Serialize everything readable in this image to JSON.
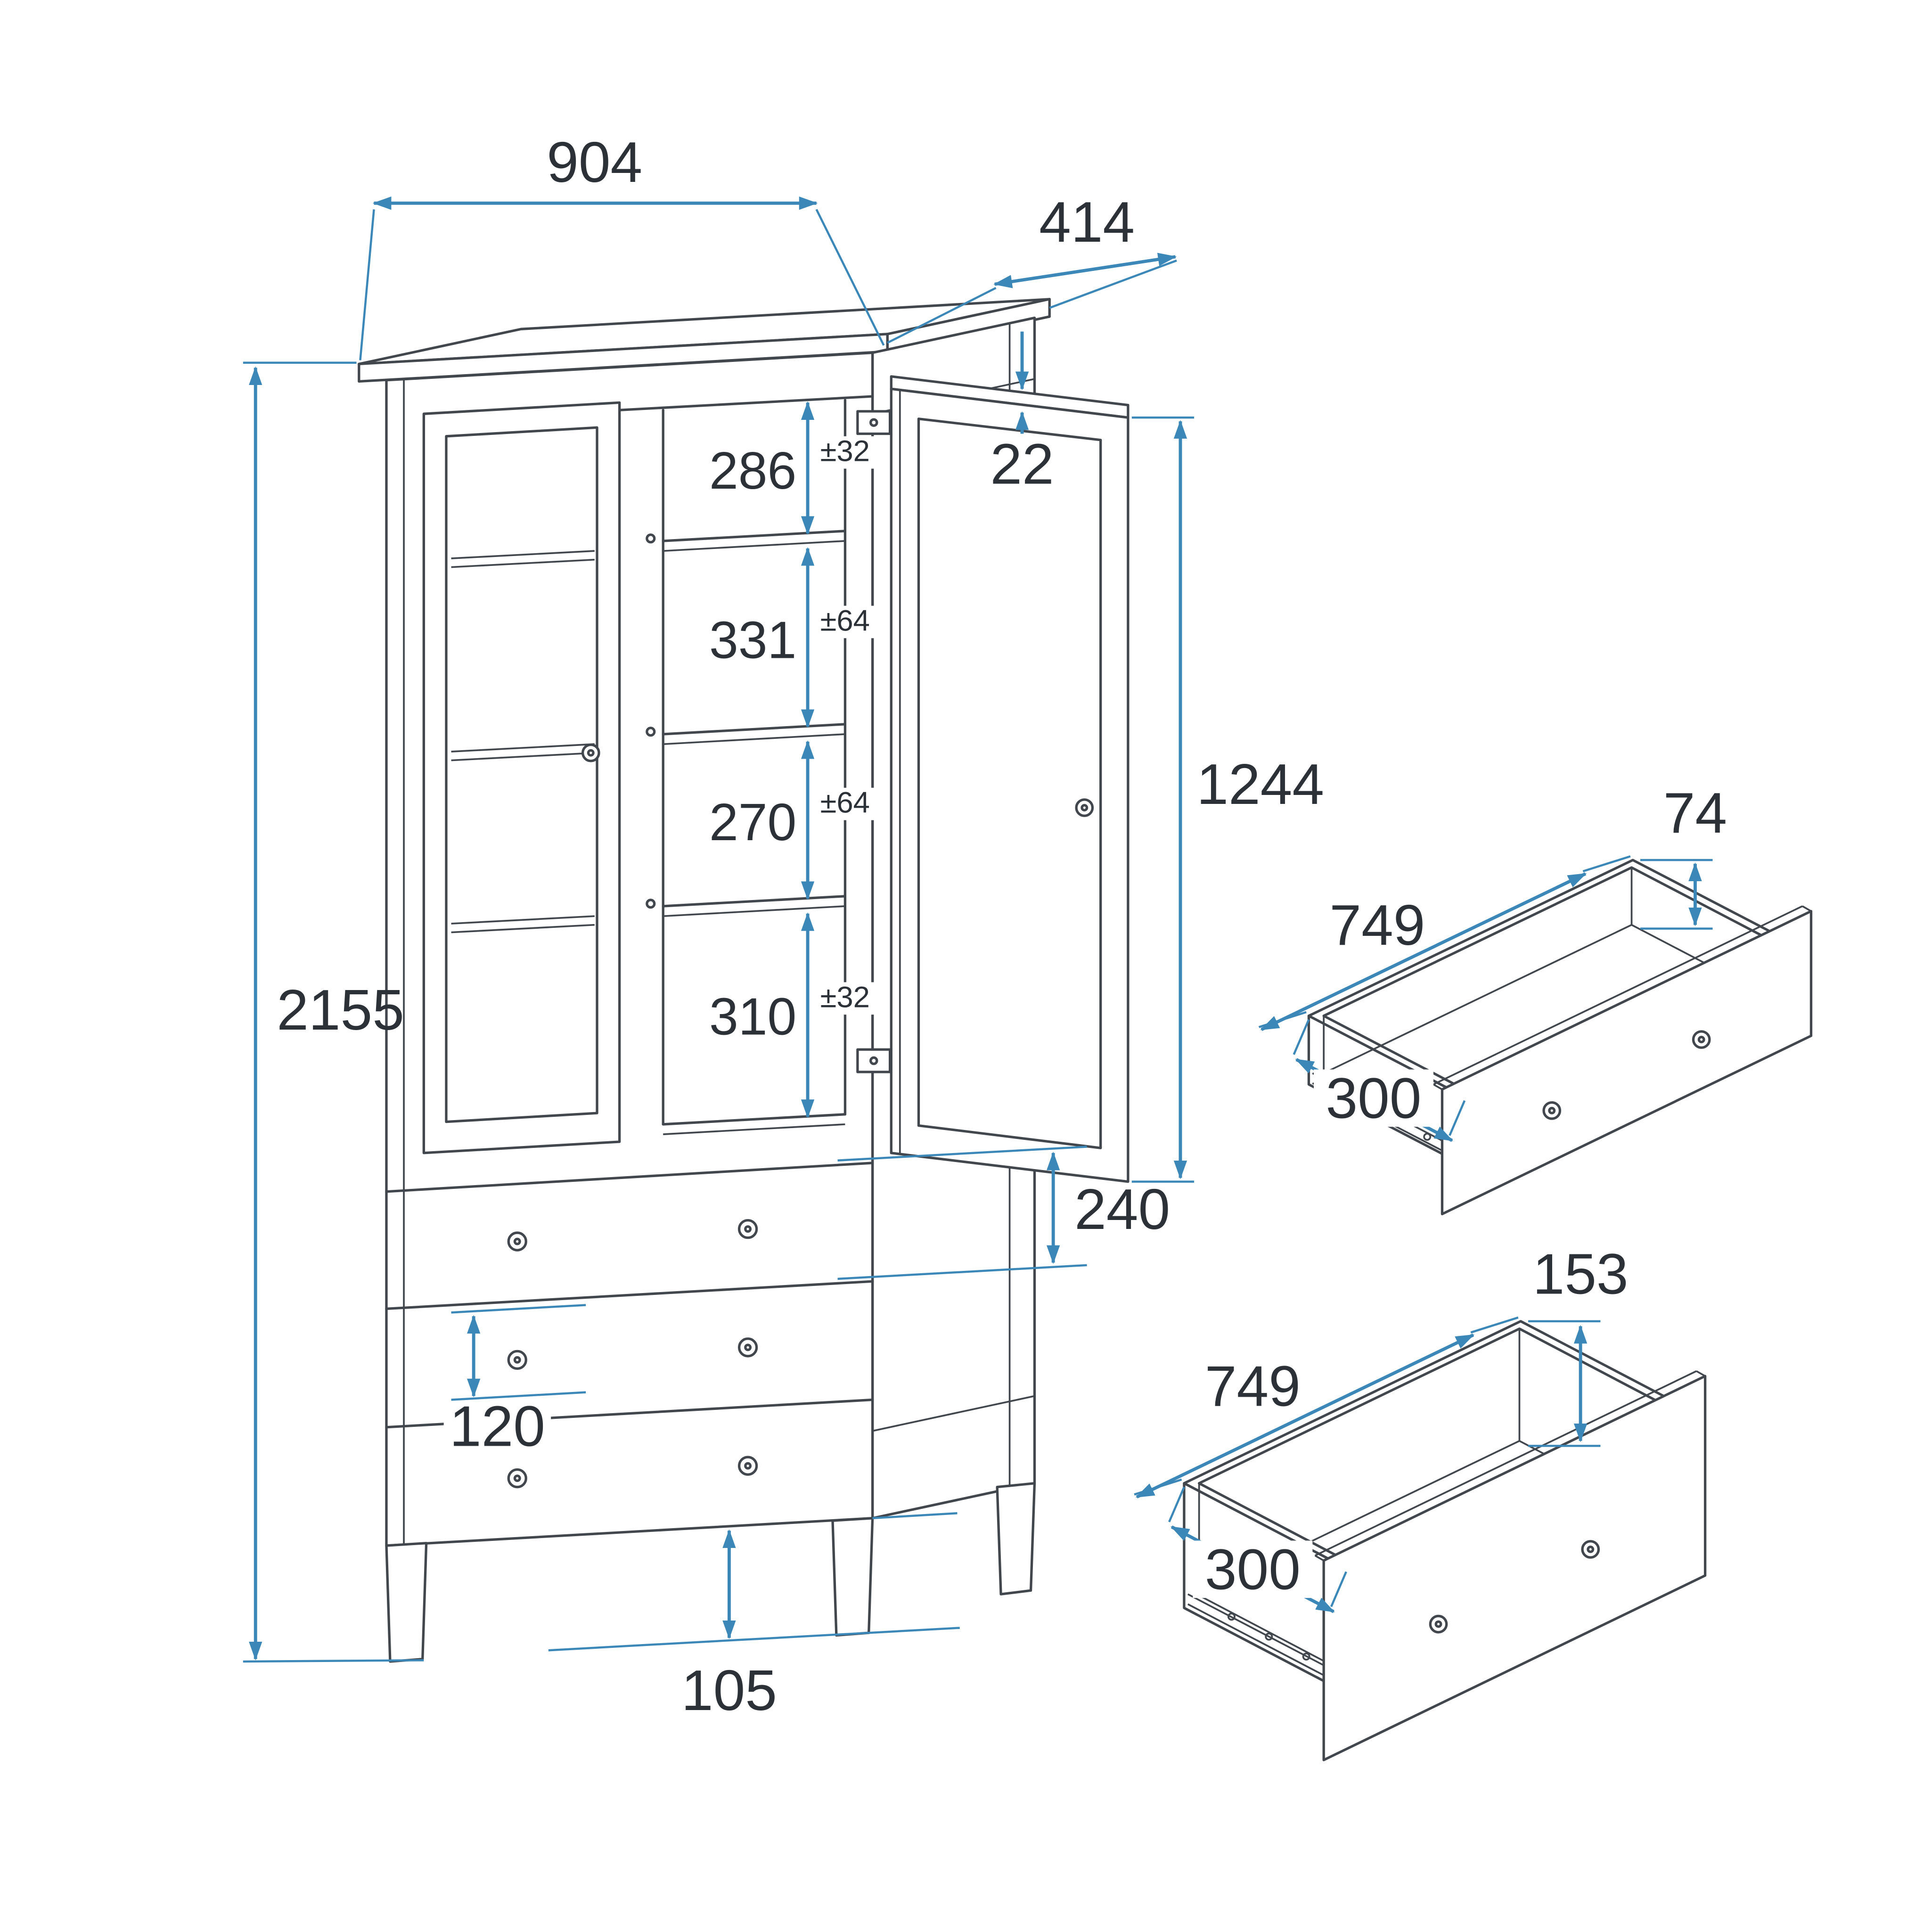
{
  "colors": {
    "dimension_blue": "#3b87b8",
    "line_gray": "#41474d",
    "label_dark": "#2b3137"
  },
  "cabinet": {
    "width": "904",
    "depth": "414",
    "door_thickness": "22",
    "height": "2155",
    "door_height": "1244",
    "shelf_spacings": [
      {
        "value": "286",
        "tolerance": "±32"
      },
      {
        "value": "331",
        "tolerance": "±64"
      },
      {
        "value": "270",
        "tolerance": "±64"
      },
      {
        "value": "310",
        "tolerance": "±32"
      }
    ],
    "drawer_front_height": "240",
    "side_rail_height": "120",
    "leg_height": "105"
  },
  "shallow_drawer": {
    "width": "749",
    "side_height": "74",
    "depth": "300"
  },
  "deep_drawer": {
    "width": "749",
    "side_height": "153",
    "depth": "300"
  }
}
